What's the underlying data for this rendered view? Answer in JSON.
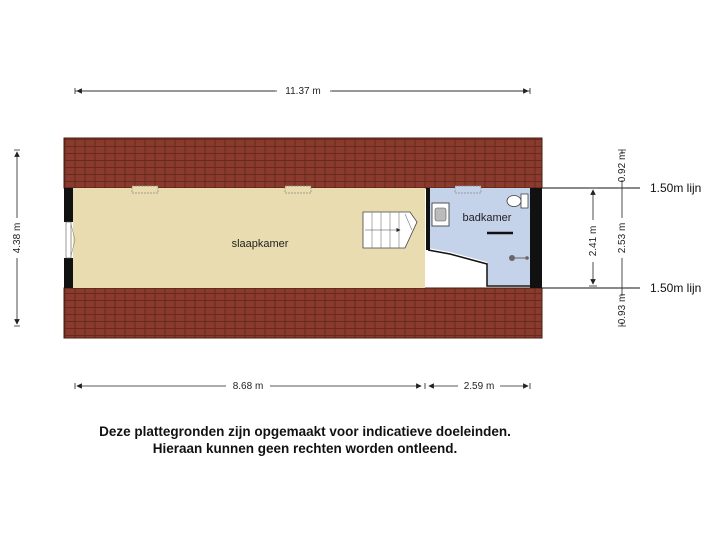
{
  "dimensions": {
    "overall_width": "11.37 m",
    "overall_depth": "4.38 m",
    "left_section": "8.68 m",
    "right_section": "2.59 m",
    "bath_depth": "2.41 m",
    "top_offset": "0.92 m",
    "headroom_zone": "2.53 m",
    "bottom_offset": "0.93 m"
  },
  "rooms": {
    "bedroom": "slaapkamer",
    "bathroom": "badkamer"
  },
  "height_lines": {
    "upper": "1.50m lijn",
    "lower": "1.50m lijn"
  },
  "disclaimer": {
    "line1": "Deze plattegronden zijn opgemaakt voor indicatieve doeleinden.",
    "line2": "Hieraan kunnen geen rechten worden ontleend."
  },
  "colors": {
    "roof": "#8a3b2e",
    "floor": "#e8dcb0",
    "bathroom": "#c4d2ea",
    "wall": "#111111"
  }
}
